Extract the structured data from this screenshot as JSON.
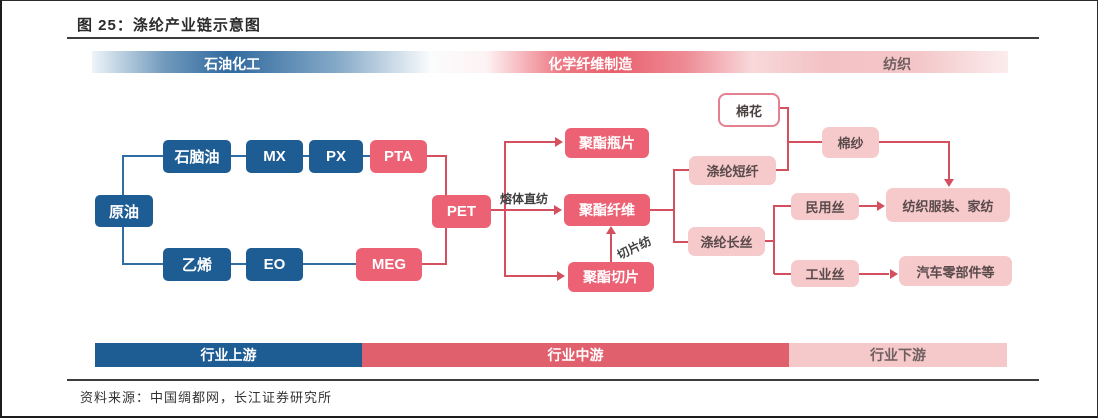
{
  "figure": {
    "title": "图 25：涤纶产业链示意图",
    "source": "资料来源：中国绸都网，长江证券研究所"
  },
  "header_bar": {
    "petrochemical": "石油化工",
    "chemical_fiber": "化学纤维制造",
    "textile": "纺织"
  },
  "nodes": {
    "crude_oil": "原油",
    "naphtha": "石脑油",
    "mx": "MX",
    "px": "PX",
    "pta": "PTA",
    "ethylene": "乙烯",
    "eo": "EO",
    "meg": "MEG",
    "pet": "PET",
    "bottle_chip": "聚酯瓶片",
    "polyester_fiber": "聚酯纤维",
    "polyester_chip": "聚酯切片",
    "staple_fiber": "涤纶短纤",
    "filament": "涤纶长丝",
    "cotton": "棉花",
    "cotton_yarn": "棉纱",
    "civil_yarn": "民用丝",
    "industrial_yarn": "工业丝",
    "apparel": "纺织服装、家纺",
    "auto_parts": "汽车零部件等"
  },
  "edge_labels": {
    "melt_direct_spinning": "熔体直纺",
    "chip_spinning": "切片纺"
  },
  "footer_bar": {
    "upstream": "行业上游",
    "midstream": "行业中游",
    "downstream": "行业下游"
  },
  "colors": {
    "blue_node": "#1e5c94",
    "red_node": "#ec6173",
    "pink_node": "#f6c9ca",
    "blue_line": "#2f6da3",
    "red_line": "#d5505e",
    "footer_red": "#e0616d",
    "footer_pink": "#f5c9ca"
  }
}
